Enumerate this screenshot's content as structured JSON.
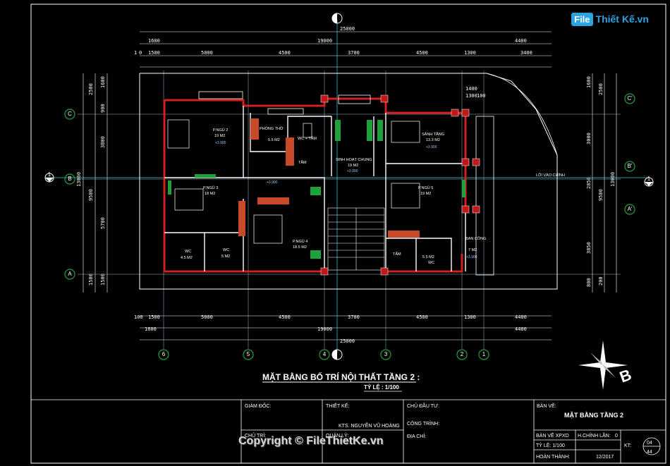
{
  "logo": {
    "badge": "File",
    "text": "Thiết Kế.vn"
  },
  "dims_top_total": "25000",
  "dims_top_row1": [
    "1600",
    "19000",
    "4400"
  ],
  "dims_top_row2": [
    "1",
    "0",
    "1500",
    "5000",
    "4500",
    "3700",
    "4500",
    "1300",
    "3400"
  ],
  "dims_bottom_row1": [
    "100",
    "1500",
    "5000",
    "4500",
    "3700",
    "4500",
    "1300",
    "4400"
  ],
  "dims_bottom_row2": [
    "1600",
    "19000",
    "4400"
  ],
  "dims_bottom_total": "25000",
  "dims_left_outer": [
    "2500",
    "3800",
    "5700",
    "1500"
  ],
  "dims_left_inner": [
    "1600",
    "900",
    "9500",
    "1500",
    "13000"
  ],
  "dims_right": [
    "1600",
    "2500",
    "3000",
    "2850",
    "9500",
    "13000",
    "3850",
    "800",
    "200"
  ],
  "dims_misc": [
    "1400",
    "1300",
    "100"
  ],
  "axes_left": [
    "C",
    "B",
    "A"
  ],
  "axes_right": [
    "C'",
    "B'",
    "A'"
  ],
  "axes_bottom": [
    "6",
    "5",
    "4",
    "3",
    "2",
    "1"
  ],
  "section_marker": "1",
  "rooms": [
    {
      "name": "P.NGỦ 2",
      "area": "19 M2"
    },
    {
      "name": "PHÒNG THỜ",
      "area": "5.5 M2"
    },
    {
      "name": "WC + TẮM",
      "area": ""
    },
    {
      "name": "TẮM",
      "area": ""
    },
    {
      "name": "SINH HOẠT CHUNG",
      "area": "19 M2"
    },
    {
      "name": "SẢNH TẦNG",
      "area": "13.3 M2"
    },
    {
      "name": "P.NGỦ 3",
      "area": "18 M2"
    },
    {
      "name": "P.NGỦ 4",
      "area": "18.5 M2"
    },
    {
      "name": "P.NGỦ 5",
      "area": "19 M2"
    },
    {
      "name": "WC",
      "area": "4.5 M2"
    },
    {
      "name": "WC",
      "area": "5 M2"
    },
    {
      "name": "TẮM",
      "area": ""
    },
    {
      "name": "WC",
      "area": "5.5 M2"
    },
    {
      "name": "BAN CÔNG",
      "area": "7 M2"
    },
    {
      "name": "LỐI VÀO CHÍNH",
      "area": ""
    }
  ],
  "levels": [
    "+3.900",
    "+3.900",
    "+3.900",
    "+3.900",
    "+3.900"
  ],
  "drawing_title": "MẶT BẰNG BỐ TRÍ NỘI THẤT TẦNG 2 :",
  "scale_text": "TỶ LỆ : 1/100",
  "north_label": "B",
  "titleblock": {
    "giam_doc": "GIÁM ĐỐC:",
    "chu_tri": "CHỦ TRÌ:",
    "thiet_ke": "THIẾT KẾ:",
    "designer": "KTS. NGUYỄN VŨ HOÀNG",
    "quan_ly": "QUẢN LÝ:",
    "chu_dau_tu": "CHỦ ĐẦU TƯ:",
    "cong_trinh": "CÔNG TRÌNH:",
    "dia_chi": "ĐỊA CHỈ:",
    "ban_ve_label": "BẢN VẼ:",
    "ban_ve_title": "MẶT BẰNG TẦNG 2",
    "ban_ve_xpxd": "BẢN VẼ XPXD",
    "hieu_chinh": "H.CHỈNH LẦN:",
    "hieu_chinh_val": "0",
    "ty_le": "TỶ LỆ: 1/100",
    "hoan_thanh": "HOÀN THÀNH:",
    "date": "12/2017",
    "kt_label": "KT:",
    "sheet_num": "04",
    "sheet_total": "44"
  },
  "copyright": "Copyright © FileThietKe.vn"
}
